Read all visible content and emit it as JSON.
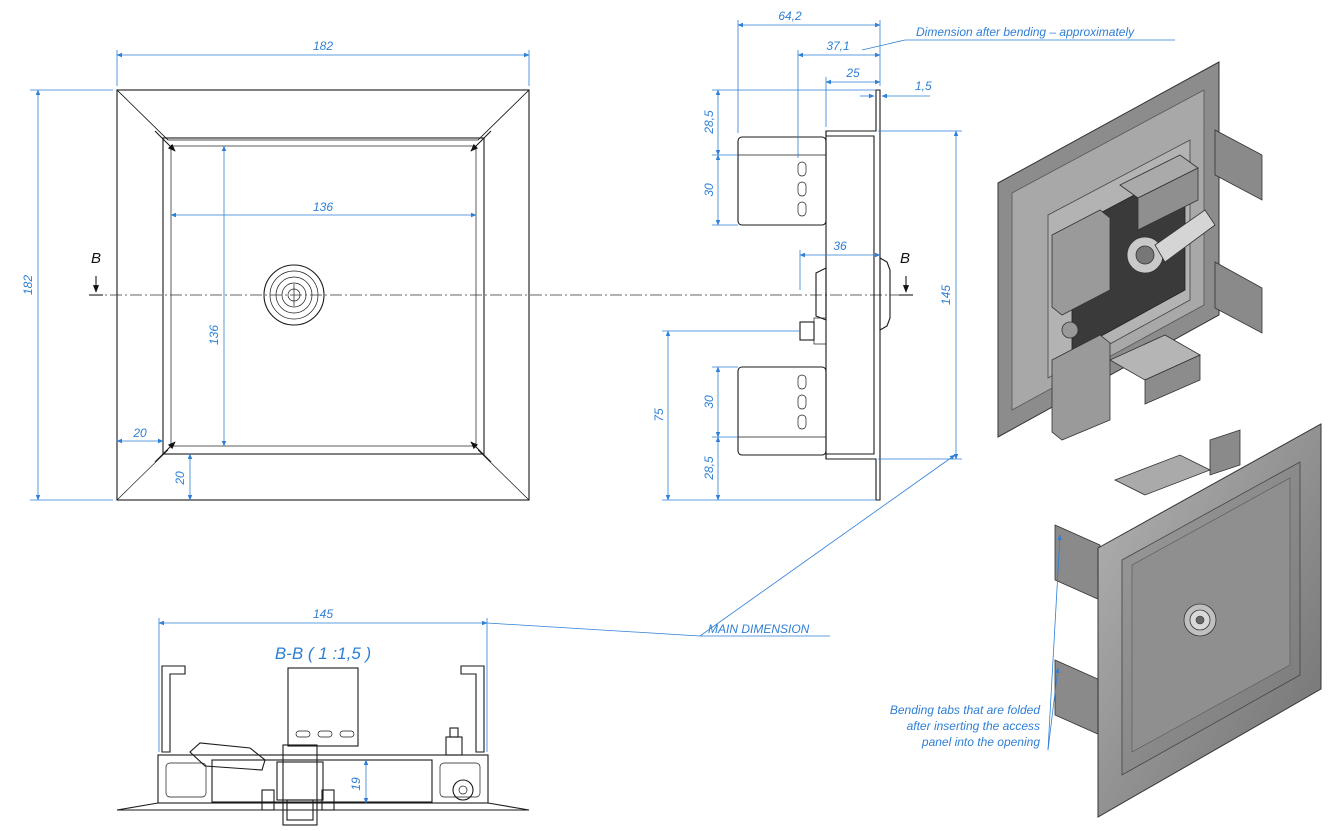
{
  "front_view": {
    "dim_width": "182",
    "dim_height": "182",
    "dim_inner_width": "136",
    "dim_inner_height": "136",
    "dim_frame_side": "20",
    "dim_frame_bottom": "20",
    "section_mark_left": "B"
  },
  "side_view": {
    "dim_total_depth": "64,2",
    "dim_depth_2": "37,1",
    "dim_depth_3": "25",
    "dim_thickness": "1,5",
    "dim_top_offset": "28,5",
    "dim_tab_top": "30",
    "dim_lock_depth": "36",
    "dim_main_height": "145",
    "dim_lower_75": "75",
    "dim_tab_bottom": "30",
    "dim_bottom_offset": "28,5",
    "section_mark_right": "B"
  },
  "section_view": {
    "title": "B-B ( 1 :1,5 )",
    "dim_width": "145",
    "dim_thickness": "19"
  },
  "annotations": {
    "bending_note": "Dimension after bending – approximately",
    "main_dimension": "MAIN DIMENSION",
    "tabs_note_line1": "Bending tabs that are folded",
    "tabs_note_line2": "after inserting the access",
    "tabs_note_line3": "panel into the opening"
  },
  "colors": {
    "dimension": "#2e7fd6",
    "outline": "#1a1a1a",
    "render_frame": "#8c8c8c",
    "render_dark": "#3a3a3a"
  }
}
